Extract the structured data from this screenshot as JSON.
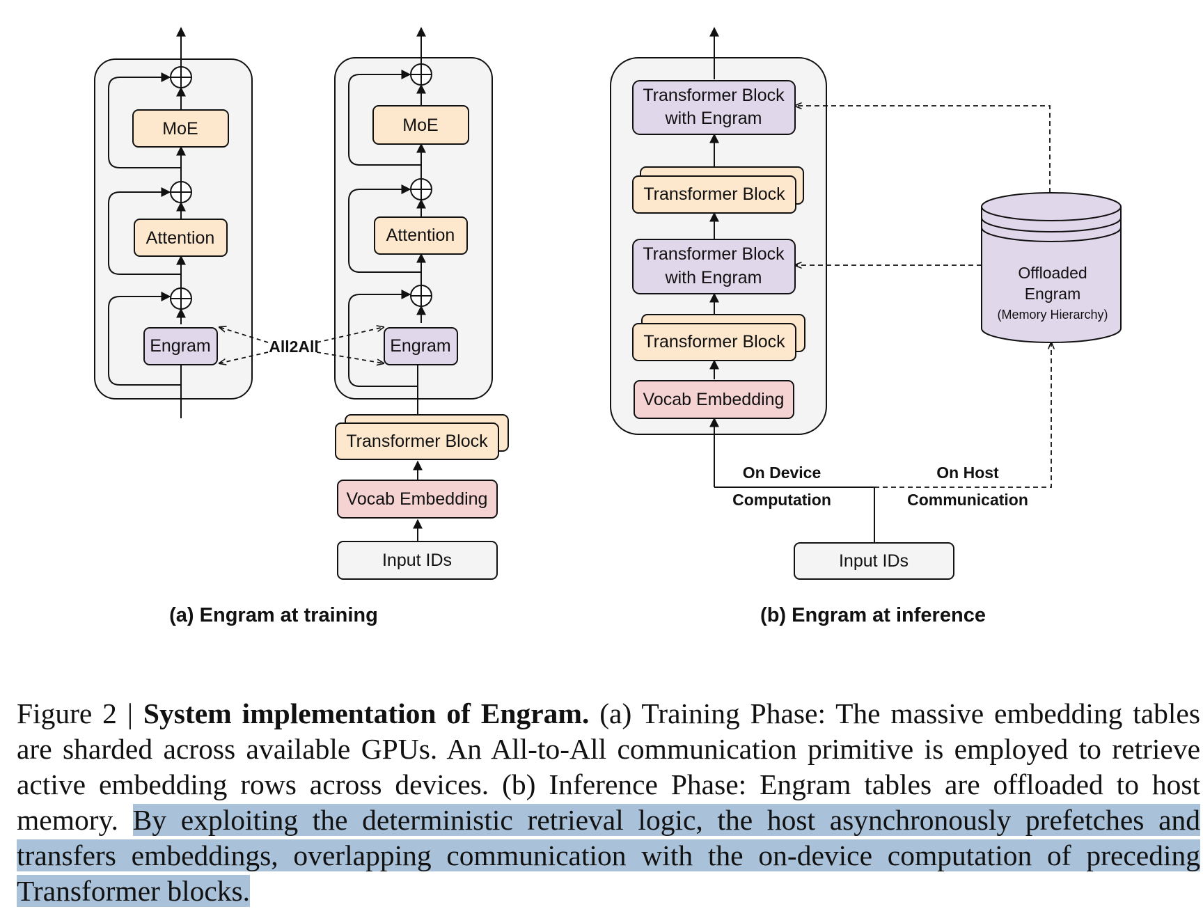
{
  "diagram": {
    "training": {
      "caption": "(a) Engram at training",
      "moe": "MoE",
      "attention": "Attention",
      "engram": "Engram",
      "all2all": "All2All",
      "transformer_block": "Transformer Block",
      "vocab_embedding": "Vocab Embedding",
      "input_ids": "Input IDs"
    },
    "inference": {
      "caption": "(b) Engram at inference",
      "tb_engram_line1": "Transformer Block",
      "tb_engram_line2": "with Engram",
      "transformer_block": "Transformer Block",
      "vocab_embedding": "Vocab Embedding",
      "input_ids": "Input IDs",
      "offloaded_line1": "Offloaded",
      "offloaded_line2": "Engram",
      "offloaded_line3": "(Memory Hierarchy)",
      "on_device_line1": "On Device",
      "on_device_line2": "Computation",
      "on_host_line1": "On Host",
      "on_host_line2": "Communication"
    },
    "colors": {
      "moe_attention": "#fde7cd",
      "engram": "#e1d7ea",
      "vocab": "#f6d3d3",
      "container": "#f4f4f4",
      "highlight": "#a9c1d9"
    }
  },
  "caption": {
    "figure_label": "Figure 2 | ",
    "title": "System implementation of Engram.",
    "text_plain": " (a) Training Phase: The massive embedding tables are sharded across available GPUs. An All-to-All communication primitive is employed to retrieve active embedding rows across devices. (b) Inference Phase: Engram tables are of­floaded to host memory. ",
    "text_highlight": "By exploiting the deterministic retrieval logic, the host asynchronously prefetches and transfers embeddings, overlapping communication with the on-device computa­tion of preceding Transformer blocks."
  }
}
